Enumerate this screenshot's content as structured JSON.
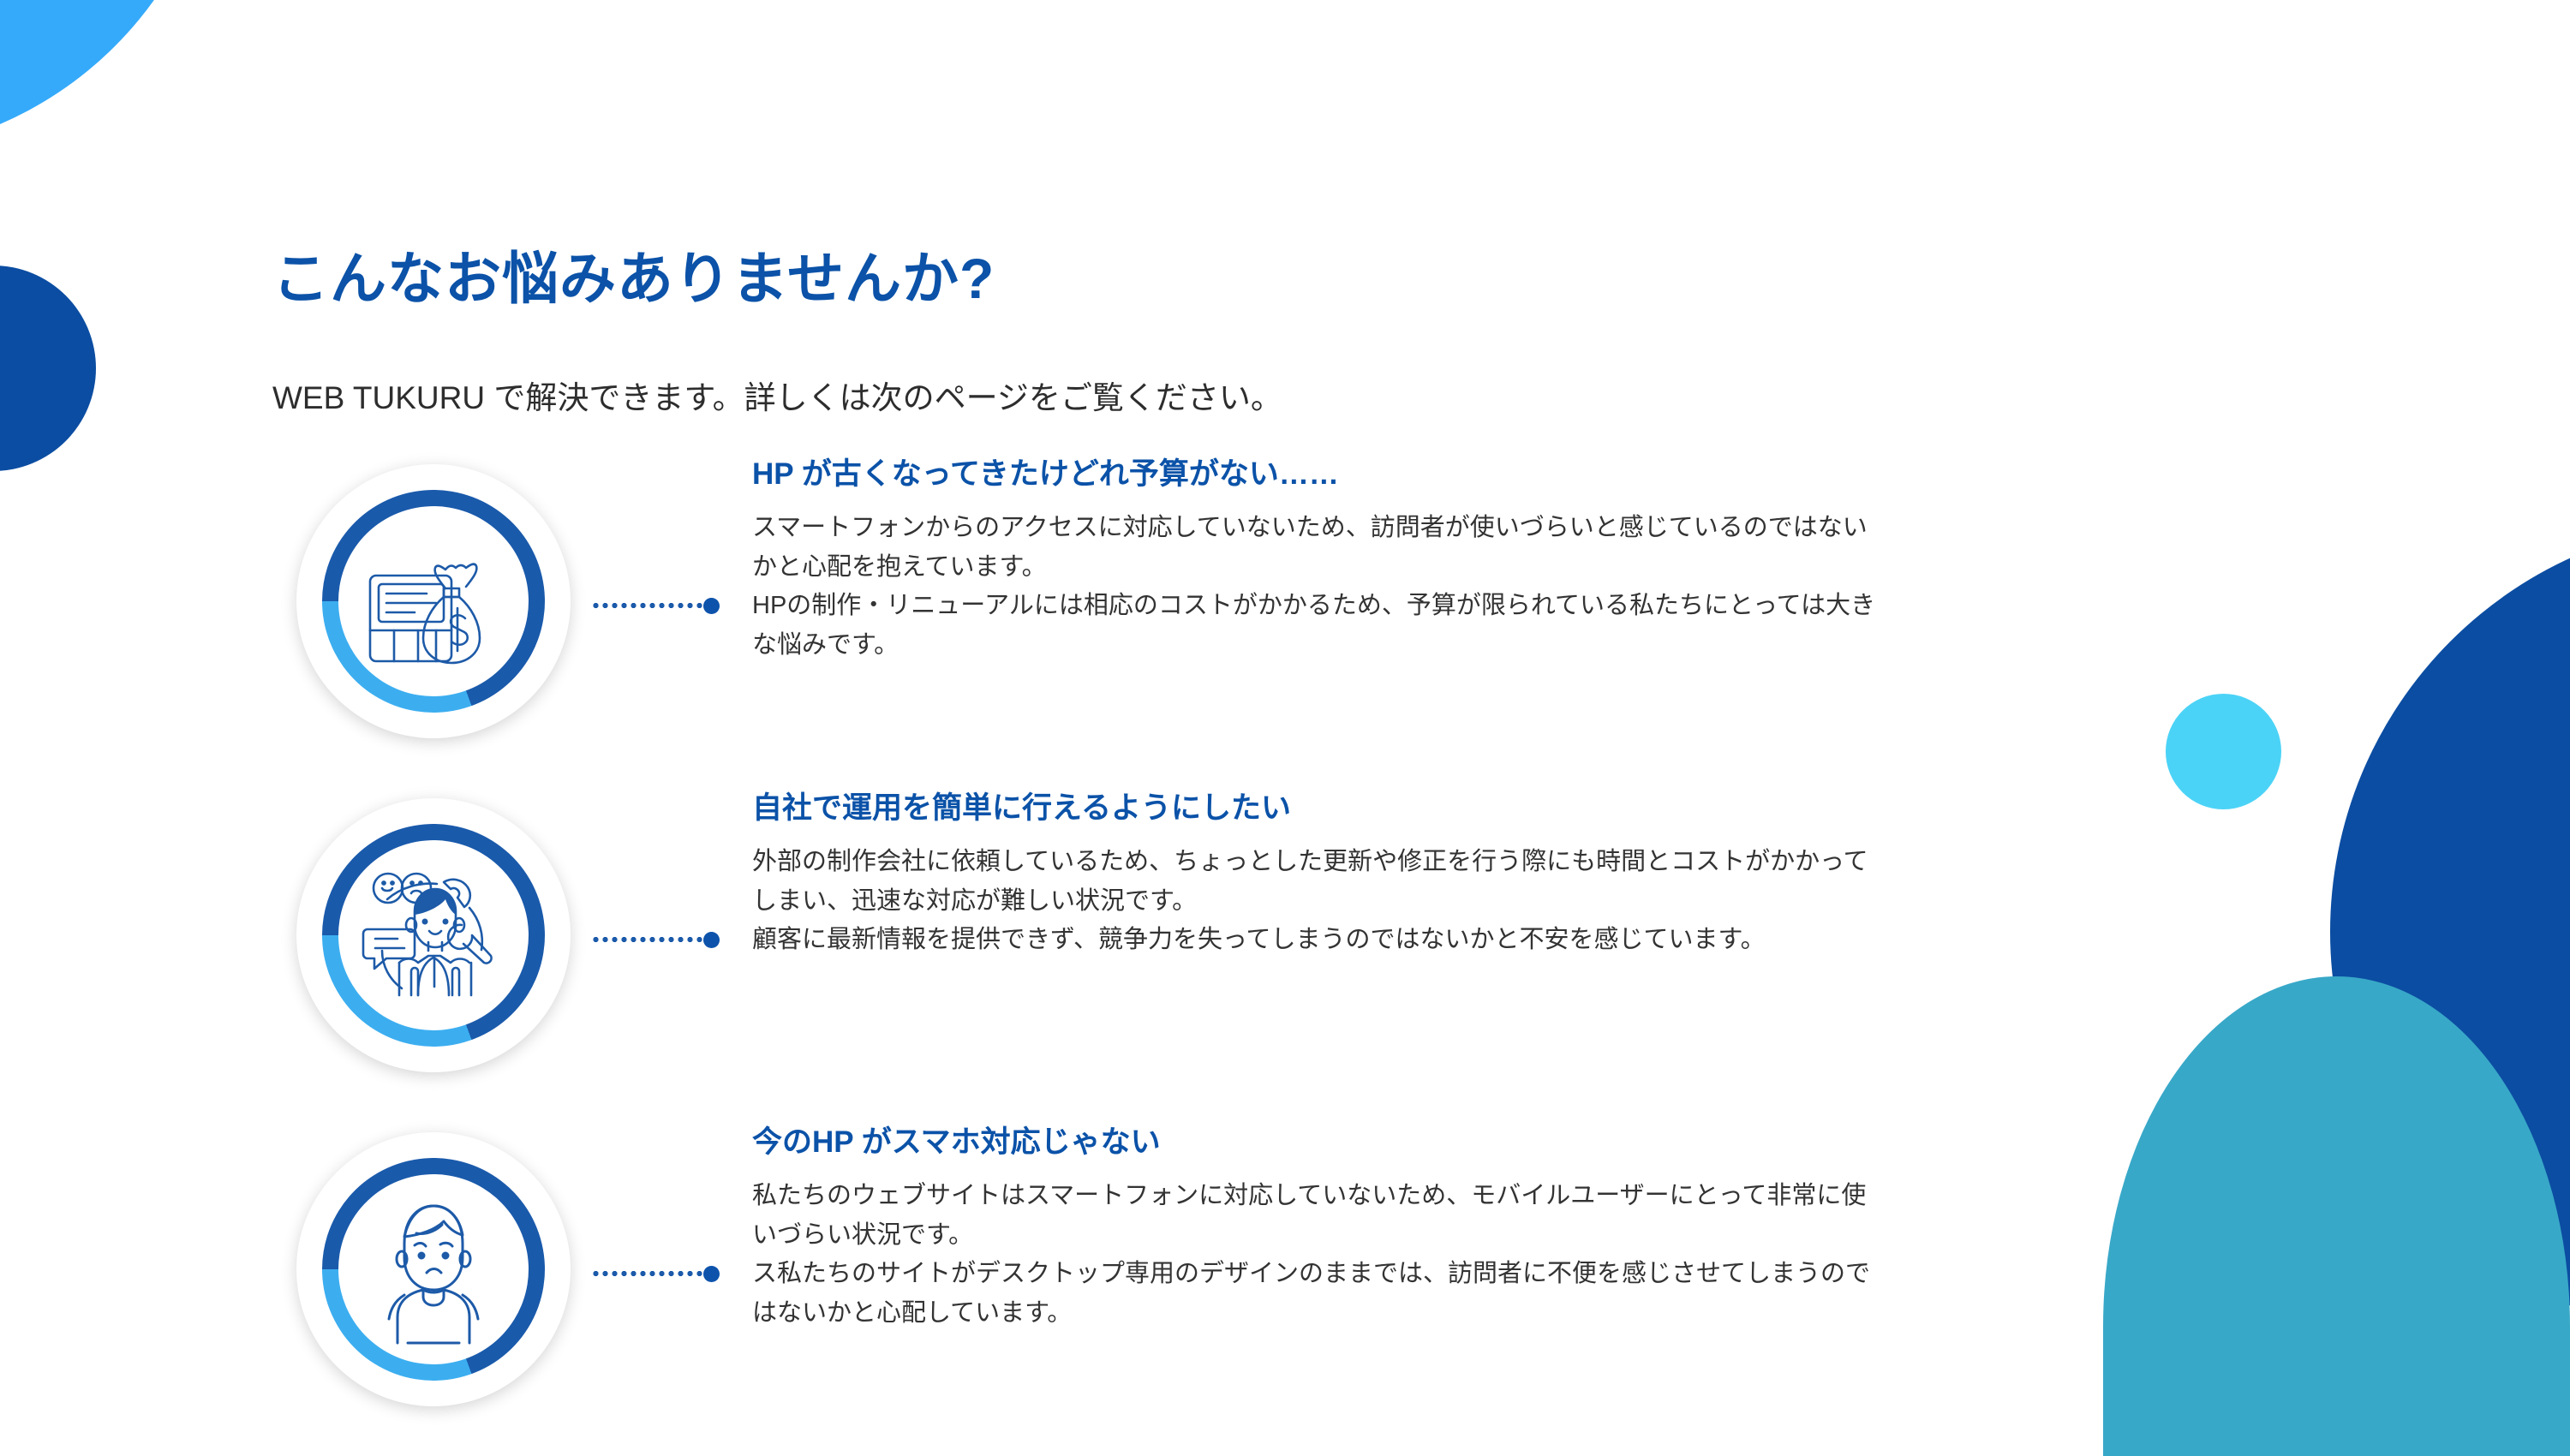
{
  "page": {
    "title": "こんなお悩みありませんか?",
    "subtitle": "WEB TUKURU で解決できます。詳しくは次のページをご覧ください。"
  },
  "colors": {
    "heading_blue": "#0b52a8",
    "body_gray": "#333333",
    "ring_dark_blue": "#1a5aab",
    "ring_light_blue": "#3caef0",
    "deco_light_blue": "#35aafb",
    "deco_dark_blue": "#0b4da2",
    "deco_cyan": "#4bd3f7",
    "deco_teal": "#38a8c8",
    "connector_dot": "#1b5aaa"
  },
  "problems": [
    {
      "icon": "website-money-bag-icon",
      "heading": "HP が古くなってきたけどれ予算がない……",
      "body": "スマートフォンからのアクセスに対応していないため、訪問者が使いづらいと感じているのではないかと心配を抱えています。\nHPの制作・リニューアルには相応のコストがかかるため、予算が限られている私たちにとっては大きな悩みです。"
    },
    {
      "icon": "customer-support-person-icon",
      "heading": "自社で運用を簡単に行えるようにしたい",
      "body": "外部の制作会社に依頼しているため、ちょっとした更新や修正を行う際にも時間とコストがかかってしまい、迅速な対応が難しい状況です。\n顧客に最新情報を提供できず、競争力を失ってしまうのではないかと不安を感じています。"
    },
    {
      "icon": "worried-person-icon",
      "heading": "今のHP がスマホ対応じゃない",
      "body": "私たちのウェブサイトはスマートフォンに対応していないため、モバイルユーザーにとって非常に使いづらい状況です。\nス私たちのサイトがデスクトップ専用のデザインのままでは、訪問者に不便を感じさせてしまうのではないかと心配しています。"
    }
  ]
}
